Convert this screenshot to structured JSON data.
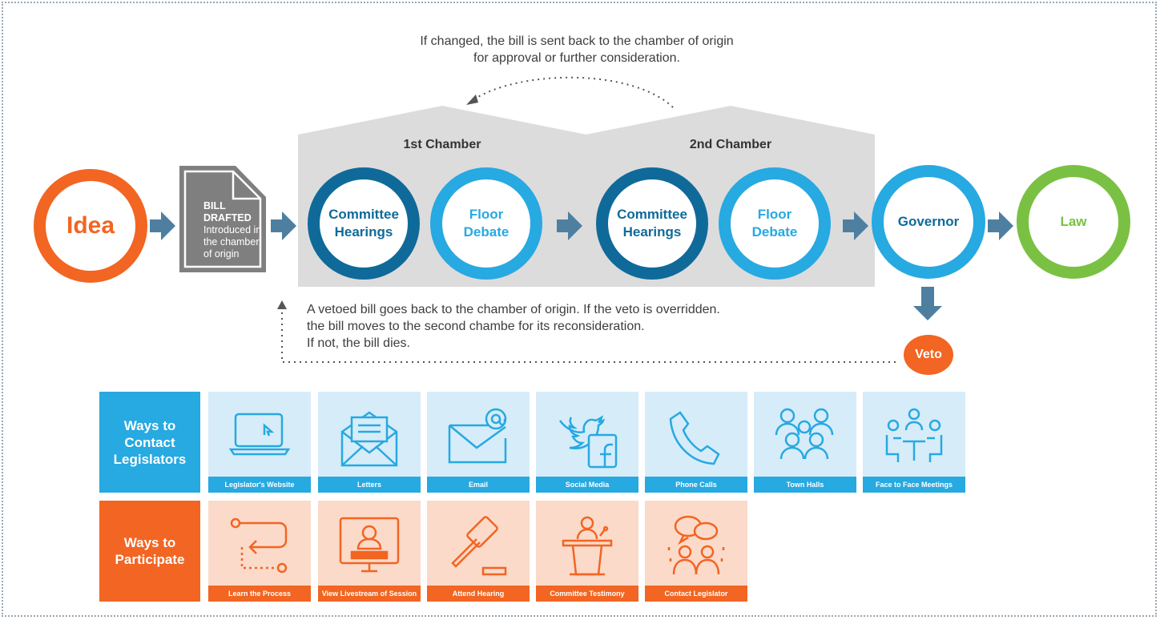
{
  "top_note": [
    "If changed, the bill is sent back to the chamber of origin",
    "for approval or further consideration."
  ],
  "chambers": [
    {
      "label": "1st Chamber"
    },
    {
      "label": "2nd Chamber"
    }
  ],
  "steps": {
    "idea": "Idea",
    "bill_head": [
      "BILL",
      "DRAFTED"
    ],
    "bill_body": [
      "Introduced in",
      "the chamber",
      "of origin"
    ],
    "committee": [
      "Committee",
      "Hearings"
    ],
    "floor": [
      "Floor",
      "Debate"
    ],
    "governor": "Governor",
    "law": "Law",
    "veto": "Veto"
  },
  "veto_note": [
    "A vetoed bill goes back to the chamber of origin. If the veto is overridden.",
    "the bill moves to the second chambe for its reconsideration.",
    "If not, the bill dies."
  ],
  "contact": {
    "heading": [
      "Ways to",
      "Contact",
      "Legislators"
    ],
    "items": [
      {
        "label": "Legislator's Website",
        "icon": "laptop-icon"
      },
      {
        "label": "Letters",
        "icon": "envelope-letter-icon"
      },
      {
        "label": "Email",
        "icon": "email-at-icon"
      },
      {
        "label": "Social Media",
        "icon": "social-media-icon"
      },
      {
        "label": "Phone Calls",
        "icon": "phone-icon"
      },
      {
        "label": "Town Halls",
        "icon": "town-hall-icon"
      },
      {
        "label": "Face to Face Meetings",
        "icon": "meeting-icon"
      }
    ]
  },
  "participate": {
    "heading": [
      "Ways to",
      "Participate"
    ],
    "items": [
      {
        "label": "Learn the Process",
        "icon": "process-icon"
      },
      {
        "label": "View Livestream of Session",
        "icon": "livestream-icon"
      },
      {
        "label": "Attend Hearing",
        "icon": "gavel-icon"
      },
      {
        "label": "Committee Testimony",
        "icon": "podium-icon"
      },
      {
        "label": "Contact Legislator",
        "icon": "conversation-icon"
      }
    ]
  },
  "colors": {
    "orange": "#f26522",
    "blue": "#27a9e1",
    "dark_blue": "#0f6a9a",
    "green": "#7ac143",
    "gray": "#dcdcdc",
    "arrow": "#4f7fa0"
  }
}
